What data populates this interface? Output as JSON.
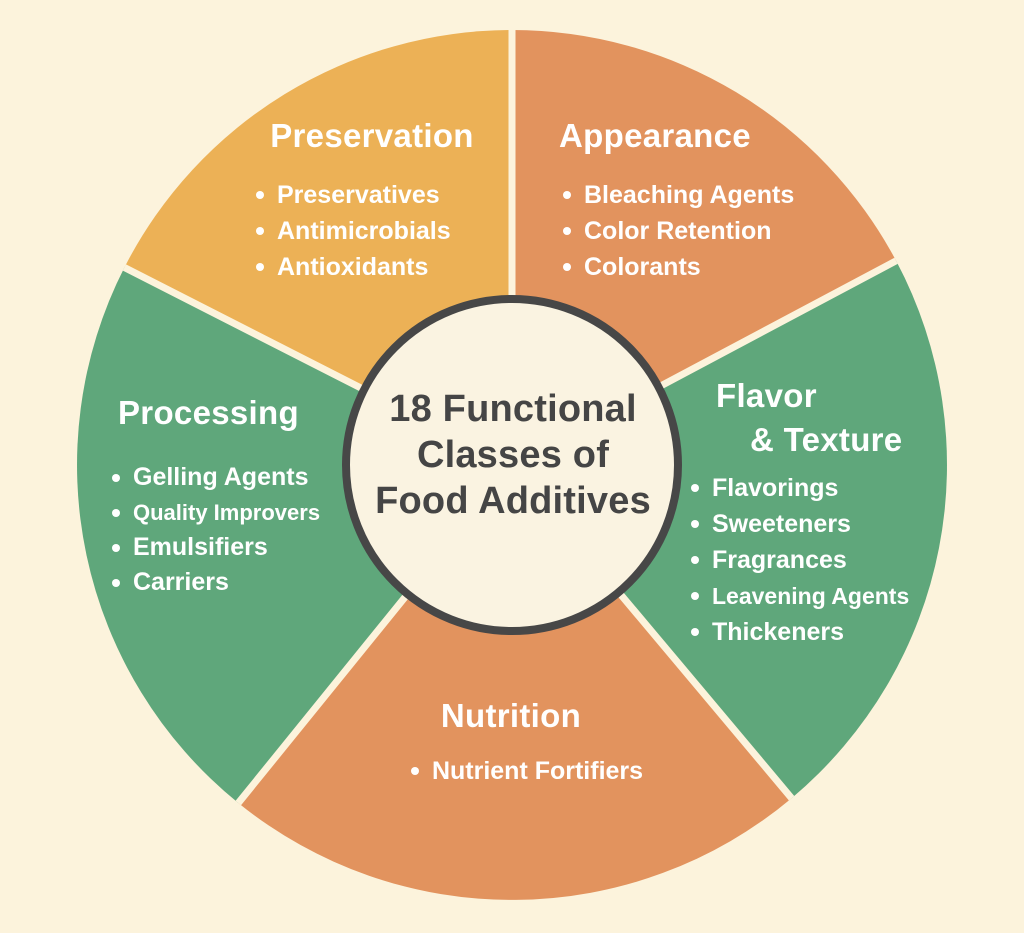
{
  "background_color": "#FCF3DC",
  "gap_color": "#FCF3DC",
  "bullet_text_color": "#FFFFFF",
  "center_circle": {
    "lines": [
      "18 Functional",
      "Classes of",
      "Food Additives"
    ],
    "fill_color": "#FAF3E1",
    "border_color": "#474747",
    "text_color": "#454545"
  },
  "segments": [
    {
      "label": "Preservation",
      "color": "#ECB156",
      "items": [
        "Preservatives",
        "Antimicrobials",
        "Antioxidants"
      ]
    },
    {
      "label": "Appearance",
      "color": "#E2935E",
      "items": [
        "Bleaching Agents",
        "Color Retention",
        "Colorants"
      ]
    },
    {
      "label": "Flavor & Texture",
      "label_lines": [
        "Flavor",
        "& Texture"
      ],
      "color": "#5FA77B",
      "items": [
        "Flavorings",
        "Sweeteners",
        "Fragrances",
        "Leavening Agents",
        "Thickeners"
      ]
    },
    {
      "label": "Nutrition",
      "color": "#E2935E",
      "items": [
        "Nutrient Fortifiers"
      ]
    },
    {
      "label": "Processing",
      "color": "#5FA77B",
      "items": [
        "Gelling Agents",
        "Quality Improvers",
        "Emulsifiers",
        "Carriers"
      ]
    }
  ]
}
